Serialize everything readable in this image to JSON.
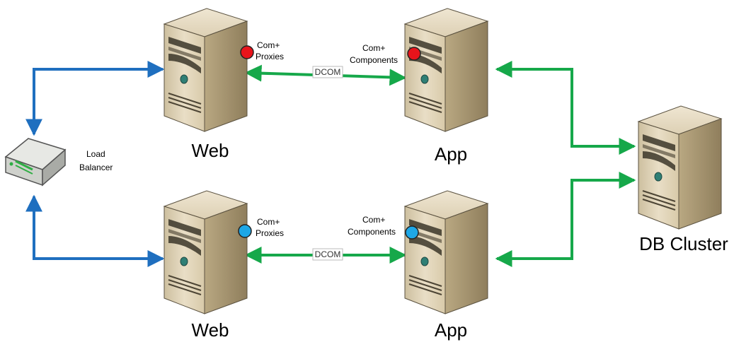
{
  "diagram": {
    "load_balancer": {
      "label_line1": "Load",
      "label_line2": "Balancer"
    },
    "web_top": {
      "label": "Web",
      "note_line1": "Com+",
      "note_line2": "Proxies",
      "dot_color": "#e8141b"
    },
    "web_bottom": {
      "label": "Web",
      "note_line1": "Com+",
      "note_line2": "Proxies",
      "dot_color": "#1ea7e6"
    },
    "app_top": {
      "label": "App",
      "note_line1": "Com+",
      "note_line2": "Components",
      "dot_color": "#e8141b"
    },
    "app_bottom": {
      "label": "App",
      "note_line1": "Com+",
      "note_line2": "Components",
      "dot_color": "#1ea7e6"
    },
    "db": {
      "label": "DB Cluster"
    },
    "link_top": {
      "label": "DCOM"
    },
    "link_bottom": {
      "label": "DCOM"
    },
    "colors": {
      "lb_arrow": "#1f6fbf",
      "app_arrow": "#16a84a",
      "server_body": "#d9cdb4"
    }
  }
}
